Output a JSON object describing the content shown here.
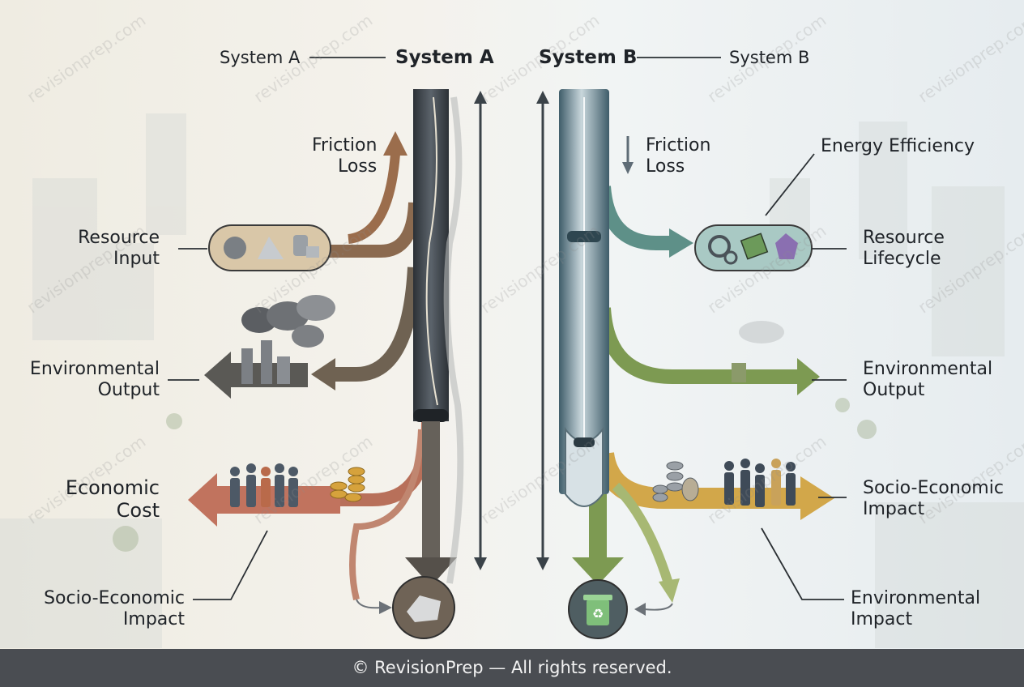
{
  "watermark": "revisionprep.com",
  "system_a": {
    "header_small": "System A",
    "header_bold": "System A",
    "friction": [
      "Friction",
      "Loss"
    ],
    "resource_input": [
      "Resource",
      "Input"
    ],
    "environmental_output": [
      "Environmental",
      "Output"
    ],
    "economic_cost": [
      "Economic",
      "Cost"
    ],
    "socio_economic_impact": [
      "Socio-Economic",
      "Impact"
    ]
  },
  "system_b": {
    "header_bold": "System B",
    "header_small": "System B",
    "friction": [
      "Friction",
      "Loss"
    ],
    "energy_efficiency": "Energy Efficiency",
    "resource_lifecycle": [
      "Resource",
      "Lifecycle"
    ],
    "environmental_output": [
      "Environmental",
      "Output"
    ],
    "socio_economic_impact": [
      "Socio-Economic",
      "Impact"
    ],
    "environmental_impact": [
      "Environmental",
      "Impact"
    ]
  },
  "colors": {
    "brown": "#8b6a4f",
    "rust": "#b8705a",
    "dark_pipe": "#3b4148",
    "teal": "#5e9088",
    "green": "#7d9a52",
    "gold": "#d2a74a",
    "slate": "#5f6c76"
  },
  "footer": "© RevisionPrep — All rights reserved."
}
